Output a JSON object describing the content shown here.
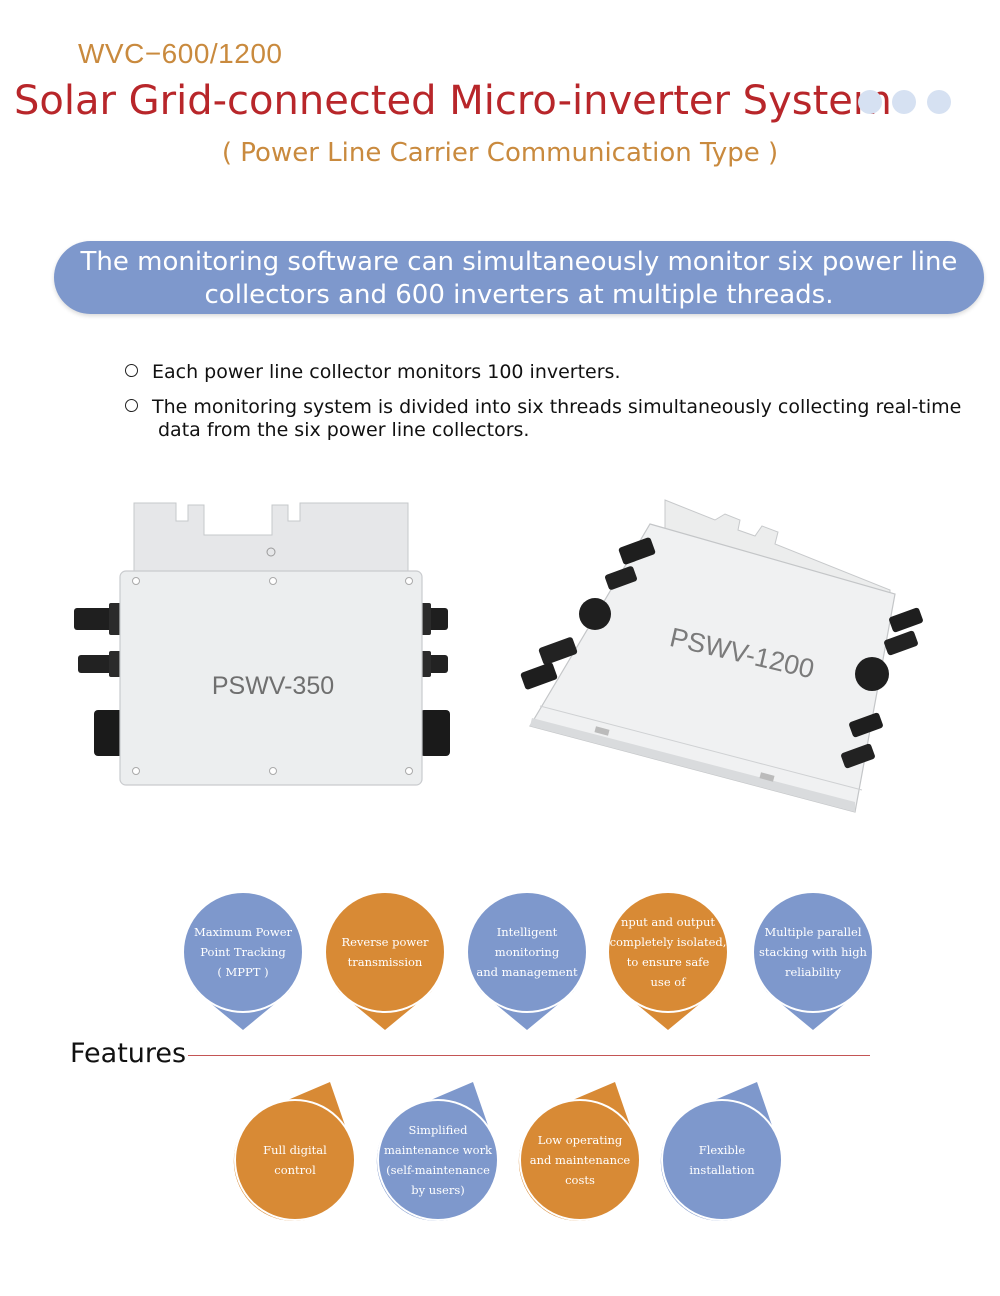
{
  "header": {
    "model_code": "WVC−600/1200",
    "title": "Solar Grid-connected Micro-inverter System",
    "subtitle": "( Power Line Carrier Communication Type )"
  },
  "banner": {
    "line1": "The monitoring software can simultaneously monitor six power line",
    "line2": "collectors and 600 inverters at multiple threads."
  },
  "bullets": [
    {
      "line1": "Each power line collector monitors 100 inverters."
    },
    {
      "line1": "The monitoring system is divided into six threads simultaneously collecting real-time",
      "line2": "data from the six power line collectors."
    }
  ],
  "products": [
    {
      "model": "PSWV-350"
    },
    {
      "model": "PSWV-1200"
    }
  ],
  "features": {
    "label": "Features",
    "top_row": [
      {
        "lines": [
          "Maximum Power",
          "Point Tracking",
          "( MPPT )"
        ],
        "color": "#7e98cc"
      },
      {
        "lines": [
          "Reverse power",
          "transmission"
        ],
        "color": "#d88a35"
      },
      {
        "lines": [
          "Intelligent",
          "monitoring",
          "and management"
        ],
        "color": "#7e98cc"
      },
      {
        "lines": [
          "nput and output",
          "completely isolated,",
          "to ensure safe",
          "use of"
        ],
        "color": "#d88a35"
      },
      {
        "lines": [
          "Multiple parallel",
          "stacking with high",
          "reliability"
        ],
        "color": "#7e98cc"
      }
    ],
    "bottom_row": [
      {
        "lines": [
          "Full digital",
          "control"
        ],
        "color": "#d88a35"
      },
      {
        "lines": [
          "Simplified",
          "maintenance work",
          "(self-maintenance",
          "by users)"
        ],
        "color": "#7e98cc"
      },
      {
        "lines": [
          "Low operating",
          "and maintenance",
          "costs"
        ],
        "color": "#d88a35"
      },
      {
        "lines": [
          "Flexible",
          "installation"
        ],
        "color": "#7e98cc"
      }
    ]
  }
}
